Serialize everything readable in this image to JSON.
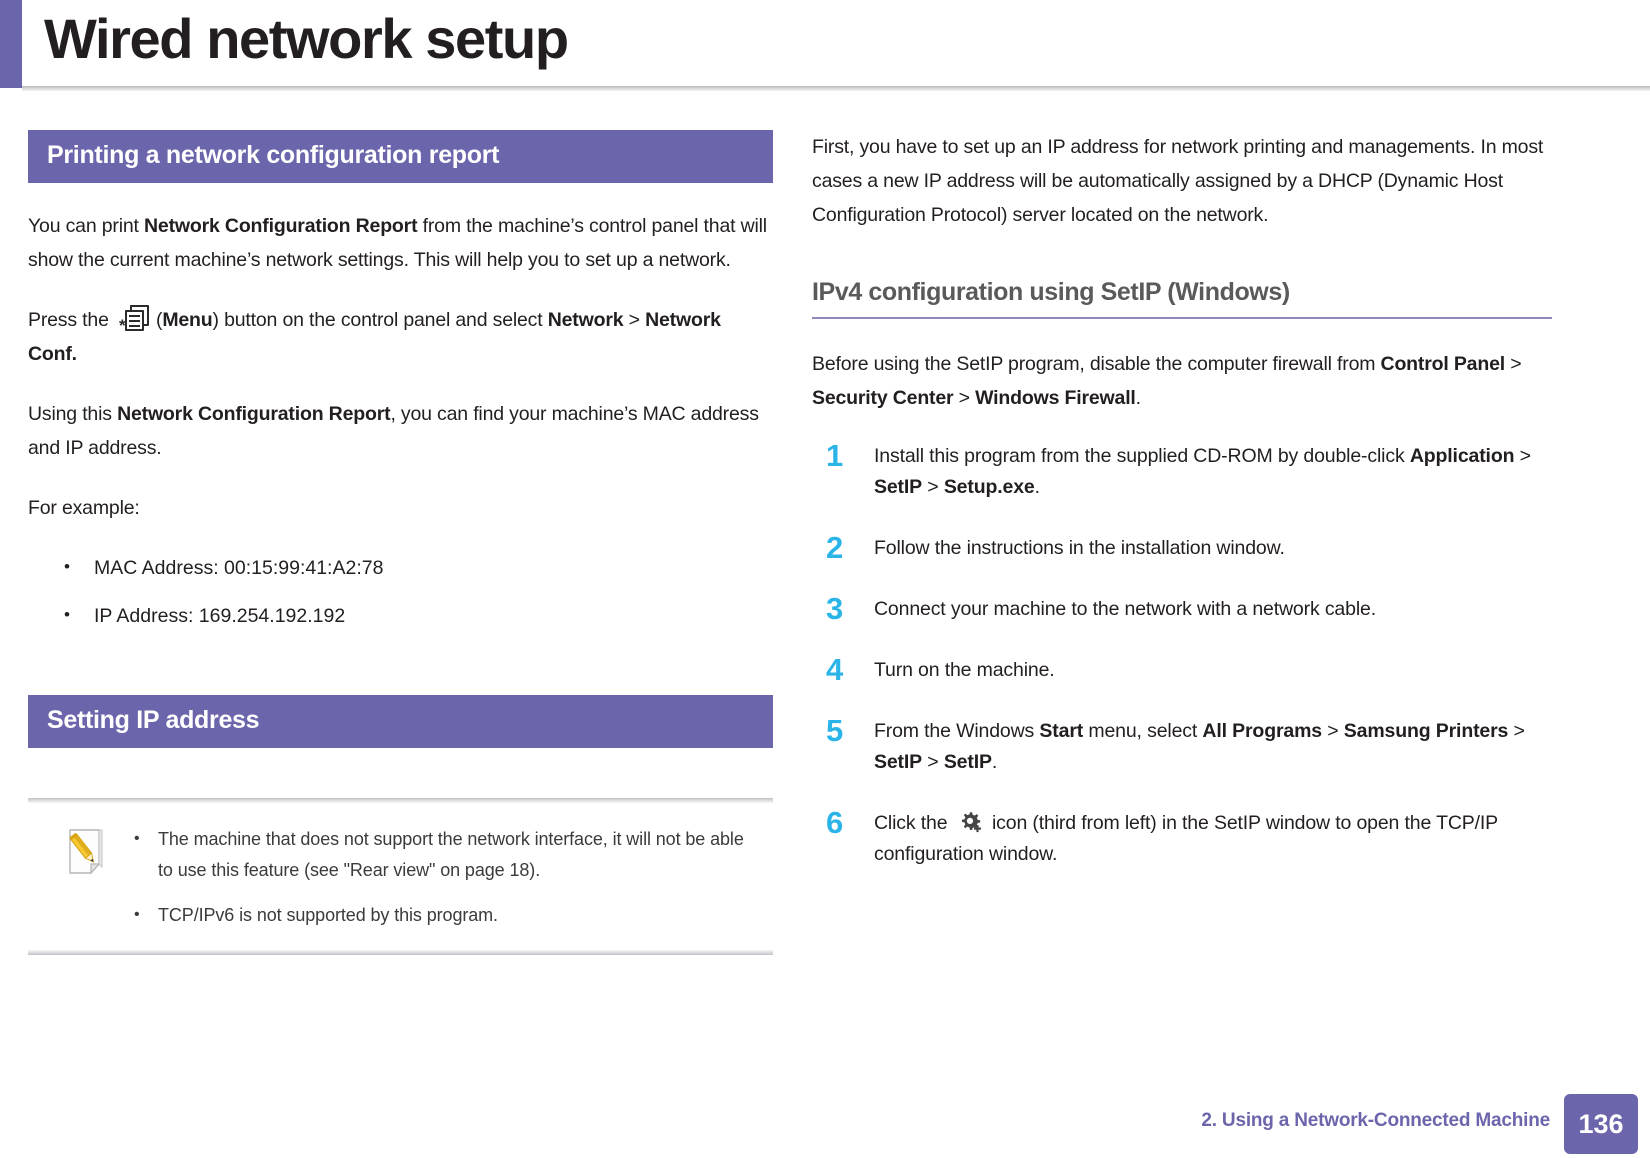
{
  "page": {
    "title": "Wired network setup"
  },
  "left_column": {
    "section1": {
      "bar_label": "Printing a network configuration report",
      "p1_prefix": "You can print ",
      "p1_bold": "Network Configuration Report",
      "p1_suffix": " from the machine’s control panel that will show the current machine’s network settings. This will help you to set up a network.",
      "p2_prefix": "Press the ",
      "p2_icon_name": "menu-icon",
      "p2_mid_open": "(",
      "p2_bold1": "Menu",
      "p2_mid_close": ") button on the control panel and select ",
      "p2_bold2": "Network",
      "p2_gt": " > ",
      "p2_bold3": "Network Conf.",
      "p3_prefix": "Using this ",
      "p3_bold": "Network Configuration Report",
      "p3_suffix": ", you can find your machine’s MAC address and IP address.",
      "p4": "For example:",
      "bullets": [
        "MAC Address: 00:15:99:41:A2:78",
        "IP Address: 169.254.192.192"
      ]
    },
    "section2": {
      "bar_label": "Setting IP address",
      "note_icon_name": "note-pencil-icon",
      "note_items": [
        "The machine that does not support the network interface, it will not be able to use this feature (see \"Rear view\" on page 18).",
        "TCP/IPv6 is not supported by this program."
      ]
    }
  },
  "right_column": {
    "intro": "First, you have to set up an IP address for network printing and managements. In most cases a new IP address will be automatically assigned by a DHCP (Dynamic Host Configuration Protocol) server located on the network.",
    "heading": "IPv4 configuration using SetIP (Windows)",
    "firewall_note": {
      "prefix": "Before using the SetIP program, disable the computer firewall from ",
      "bold1": "Control Panel",
      "gt1": " > ",
      "bold2": "Security Center",
      "gt2": " > ",
      "bold3": "Windows Firewall",
      "suffix": "."
    },
    "steps": [
      {
        "num": "1",
        "parts": [
          {
            "t": "Install this program from the supplied CD-ROM by double-click ",
            "b": false
          },
          {
            "t": "Application",
            "b": true
          },
          {
            "t": " > ",
            "b": false
          },
          {
            "t": "SetIP",
            "b": true
          },
          {
            "t": " > ",
            "b": false
          },
          {
            "t": "Setup.exe",
            "b": true
          },
          {
            "t": ".",
            "b": false
          }
        ]
      },
      {
        "num": "2",
        "parts": [
          {
            "t": "Follow the instructions in the installation window.",
            "b": false
          }
        ]
      },
      {
        "num": "3",
        "parts": [
          {
            "t": "Connect your machine to the network with a network cable.",
            "b": false
          }
        ]
      },
      {
        "num": "4",
        "parts": [
          {
            "t": "Turn on the machine.",
            "b": false
          }
        ]
      },
      {
        "num": "5",
        "parts": [
          {
            "t": "From the Windows ",
            "b": false
          },
          {
            "t": "Start",
            "b": true
          },
          {
            "t": " menu, select ",
            "b": false
          },
          {
            "t": "All Programs",
            "b": true
          },
          {
            "t": " > ",
            "b": false
          },
          {
            "t": "Samsung Printers",
            "b": true
          },
          {
            "t": " > ",
            "b": false
          },
          {
            "t": "SetIP",
            "b": true
          },
          {
            "t": " > ",
            "b": false
          },
          {
            "t": "SetIP",
            "b": true
          },
          {
            "t": ".",
            "b": false
          }
        ]
      },
      {
        "num": "6",
        "icon": "gear-plus-icon",
        "parts": [
          {
            "t": "Click the ",
            "b": false
          },
          {
            "t": "__ICON__",
            "b": false
          },
          {
            "t": " icon (third from left) in the SetIP window to open the TCP/IP configuration window.",
            "b": false
          }
        ]
      }
    ]
  },
  "footer": {
    "chapter_label": "2.  Using a Network-Connected Machine",
    "page_number": "136"
  },
  "colors": {
    "purple": "#6b66ac",
    "cyan": "#2ab4e8",
    "heading_gray": "#5a5a5a",
    "body": "#231f20",
    "rule_purple": "#8d89bd"
  }
}
